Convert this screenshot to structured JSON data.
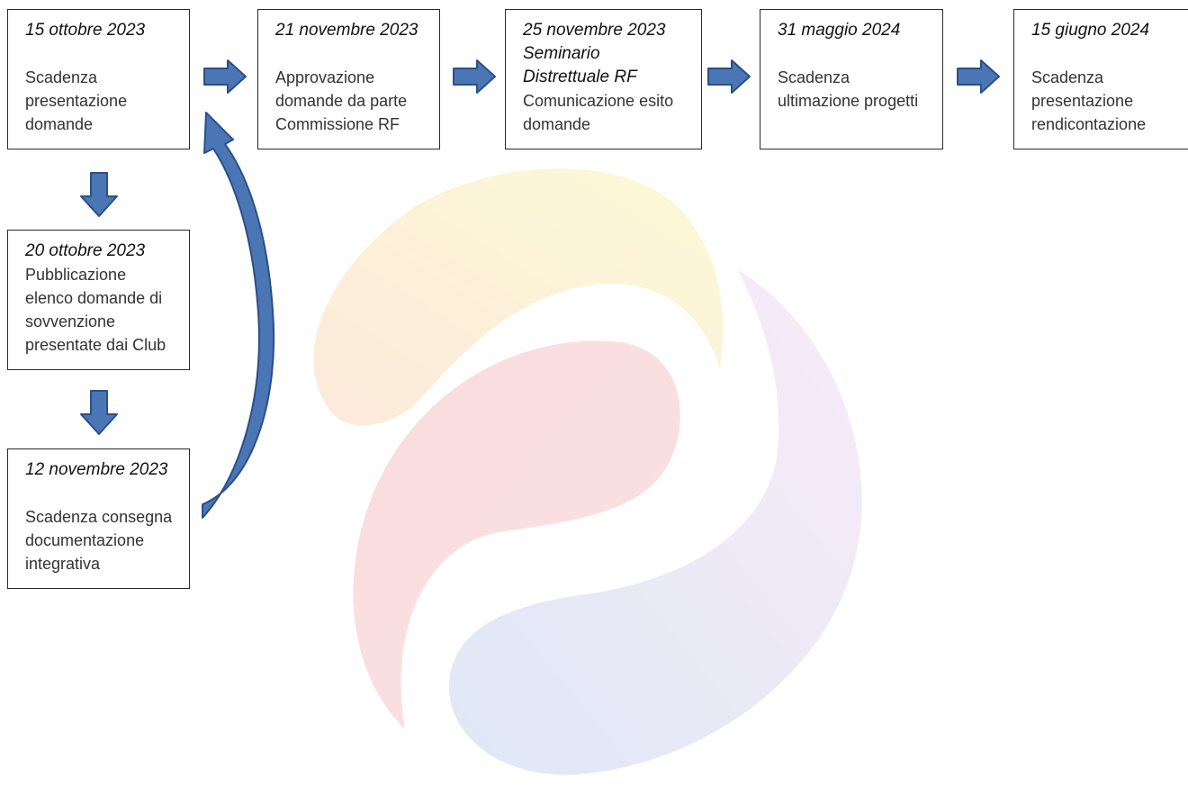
{
  "steps": [
    {
      "date": "15 ottobre 2023",
      "subtitle": "",
      "desc": "Scadenza presentazione domande"
    },
    {
      "date": "21 novembre 2023",
      "subtitle": "",
      "desc": "Approvazione domande da parte Commissione RF"
    },
    {
      "date": "25 novembre 2023",
      "subtitle": "Seminario Distrettuale RF",
      "desc": "Comunicazione esito domande"
    },
    {
      "date": "31 maggio 2024",
      "subtitle": "",
      "desc": "Scadenza ultimazione progetti"
    },
    {
      "date": "15 giugno 2024",
      "subtitle": "",
      "desc": "Scadenza presentazione rendicontazione"
    },
    {
      "date": "20 ottobre 2023",
      "subtitle": "",
      "desc": "Pubblicazione elenco domande di sovvenzione presentate dai Club"
    },
    {
      "date": "12 novembre 2023",
      "subtitle": "",
      "desc": "Scadenza consegna documentazione integrativa"
    }
  ],
  "colors": {
    "arrow_fill": "#4a76b5",
    "arrow_stroke": "#2b4f86",
    "box_border": "#2b2b2b",
    "watermark_yellow": "#f4e04c",
    "watermark_red": "#e8686c",
    "watermark_pink": "#e7a7e0",
    "watermark_blue": "#6f98d6"
  },
  "icons": {
    "watermark": "swirl-logo-watermark",
    "right_arrow": "block-arrow-right",
    "down_arrow": "block-arrow-down",
    "return_arrow": "curved-arrow-up"
  }
}
